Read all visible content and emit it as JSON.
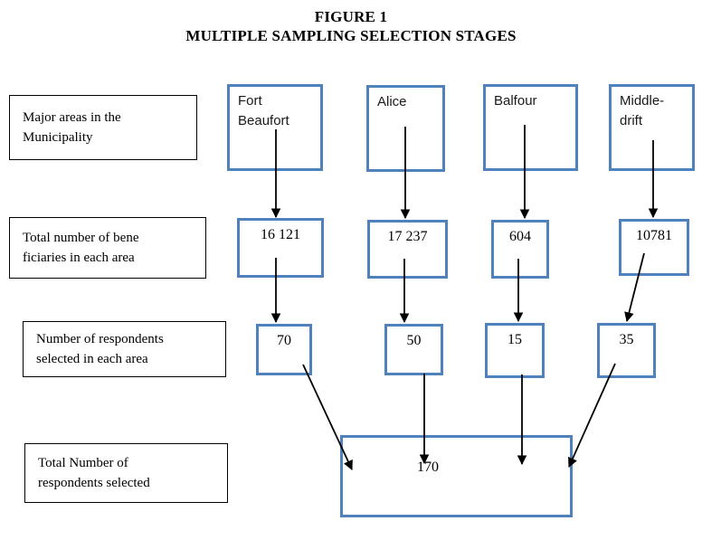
{
  "figure": {
    "title_line_1": "FIGURE 1",
    "title_line_2": "MULTIPLE SAMPLING SELECTION STAGES"
  },
  "colors": {
    "box_border_blue": "#4F81BD",
    "label_border_black": "#000000",
    "arrow_black": "#000000",
    "background": "#FFFFFF"
  },
  "stage_labels": [
    {
      "line1": "Major areas in the",
      "line2": "Municipality"
    },
    {
      "line1": "Total number of bene",
      "line2": "ficiaries in each area"
    },
    {
      "line1": "Number of respondents",
      "line2": "selected in each area"
    },
    {
      "line1": "Total Number of",
      "line2": "respondents selected"
    }
  ],
  "areas": [
    {
      "name_line1": "Fort",
      "name_line2": "Beaufort",
      "beneficiaries": "16 121",
      "respondents": "70"
    },
    {
      "name_line1": "Alice",
      "name_line2": "",
      "beneficiaries": "17 237",
      "respondents": "50"
    },
    {
      "name_line1": "Balfour",
      "name_line2": "",
      "beneficiaries": "604",
      "respondents": "15"
    },
    {
      "name_line1": "Middle-",
      "name_line2": "drift",
      "beneficiaries": "10781",
      "respondents": "35"
    }
  ],
  "total": {
    "value": "170"
  }
}
